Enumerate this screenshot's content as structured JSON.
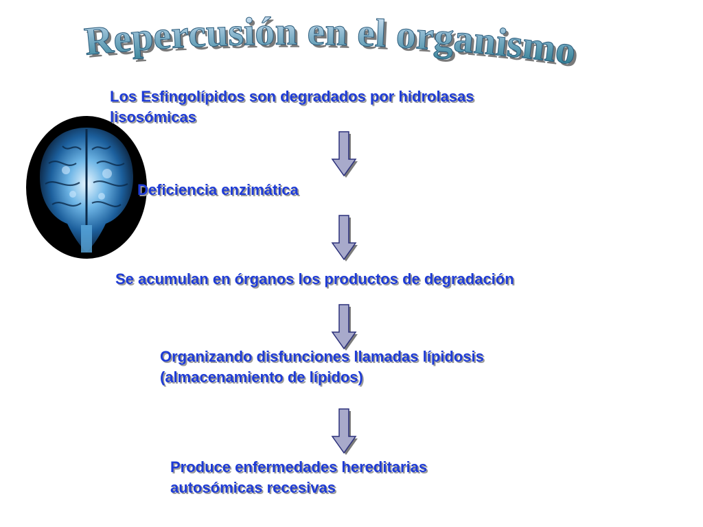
{
  "title": "Repercusión en el organismo",
  "steps": [
    {
      "lines": [
        "Los Esfingolípidos son degradados por hidrolasas",
        "lisosómicas"
      ]
    },
    {
      "lines": [
        "Deficiencia enzimática"
      ]
    },
    {
      "lines": [
        "Se acumulan en órganos los productos de degradación"
      ]
    },
    {
      "lines": [
        "Organizando disfunciones llamadas lípidosis",
        "(almacenamiento de lípidos)"
      ]
    },
    {
      "lines": [
        "Produce enfermedades hereditarias",
        "autosómicas recesivas"
      ]
    }
  ],
  "colors": {
    "title_gradient_top": "#d8e8ff",
    "title_gradient_bottom": "#1a7f90",
    "step_text": "#1e3bd6",
    "arrow_fill": "#a8aacb",
    "arrow_stroke": "#2a2f7a"
  },
  "icons": {
    "brain": "brain-illustration"
  }
}
